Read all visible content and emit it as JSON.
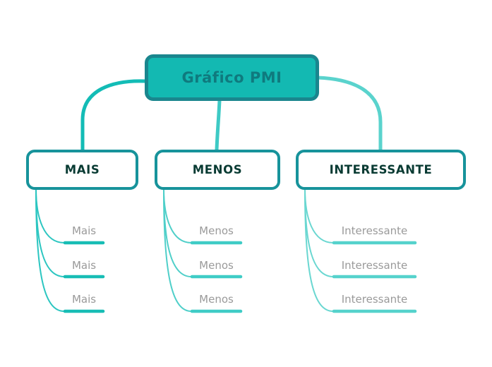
{
  "diagram": {
    "background_color": "#ffffff",
    "root": {
      "label": "Gráfico PMI",
      "fill_color": "#13b9b2",
      "border_color": "#1a868e",
      "text_color": "#0f7a7e"
    },
    "branches": [
      {
        "label": "MAIS",
        "connector_color": "#13bcb6",
        "curve_color": "#2cc6c1",
        "underline_color": "#17bdb5",
        "items": [
          "Mais",
          "Mais",
          "Mais"
        ]
      },
      {
        "label": "MENOS",
        "connector_color": "#3ecac5",
        "curve_color": "#4fcfc9",
        "underline_color": "#3fccc6",
        "items": [
          "Menos",
          "Menos",
          "Menos"
        ]
      },
      {
        "label": "INTERESSANTE",
        "connector_color": "#5ad3cd",
        "curve_color": "#6ad7d1",
        "underline_color": "#55d2cc",
        "items": [
          "Interessante",
          "Interessante",
          "Interessante"
        ]
      }
    ],
    "branch_node_style": {
      "fill_color": "#ffffff",
      "border_color": "#17939b",
      "text_color": "#093b33"
    },
    "subtopic_text_color": "#9a9a9a"
  }
}
